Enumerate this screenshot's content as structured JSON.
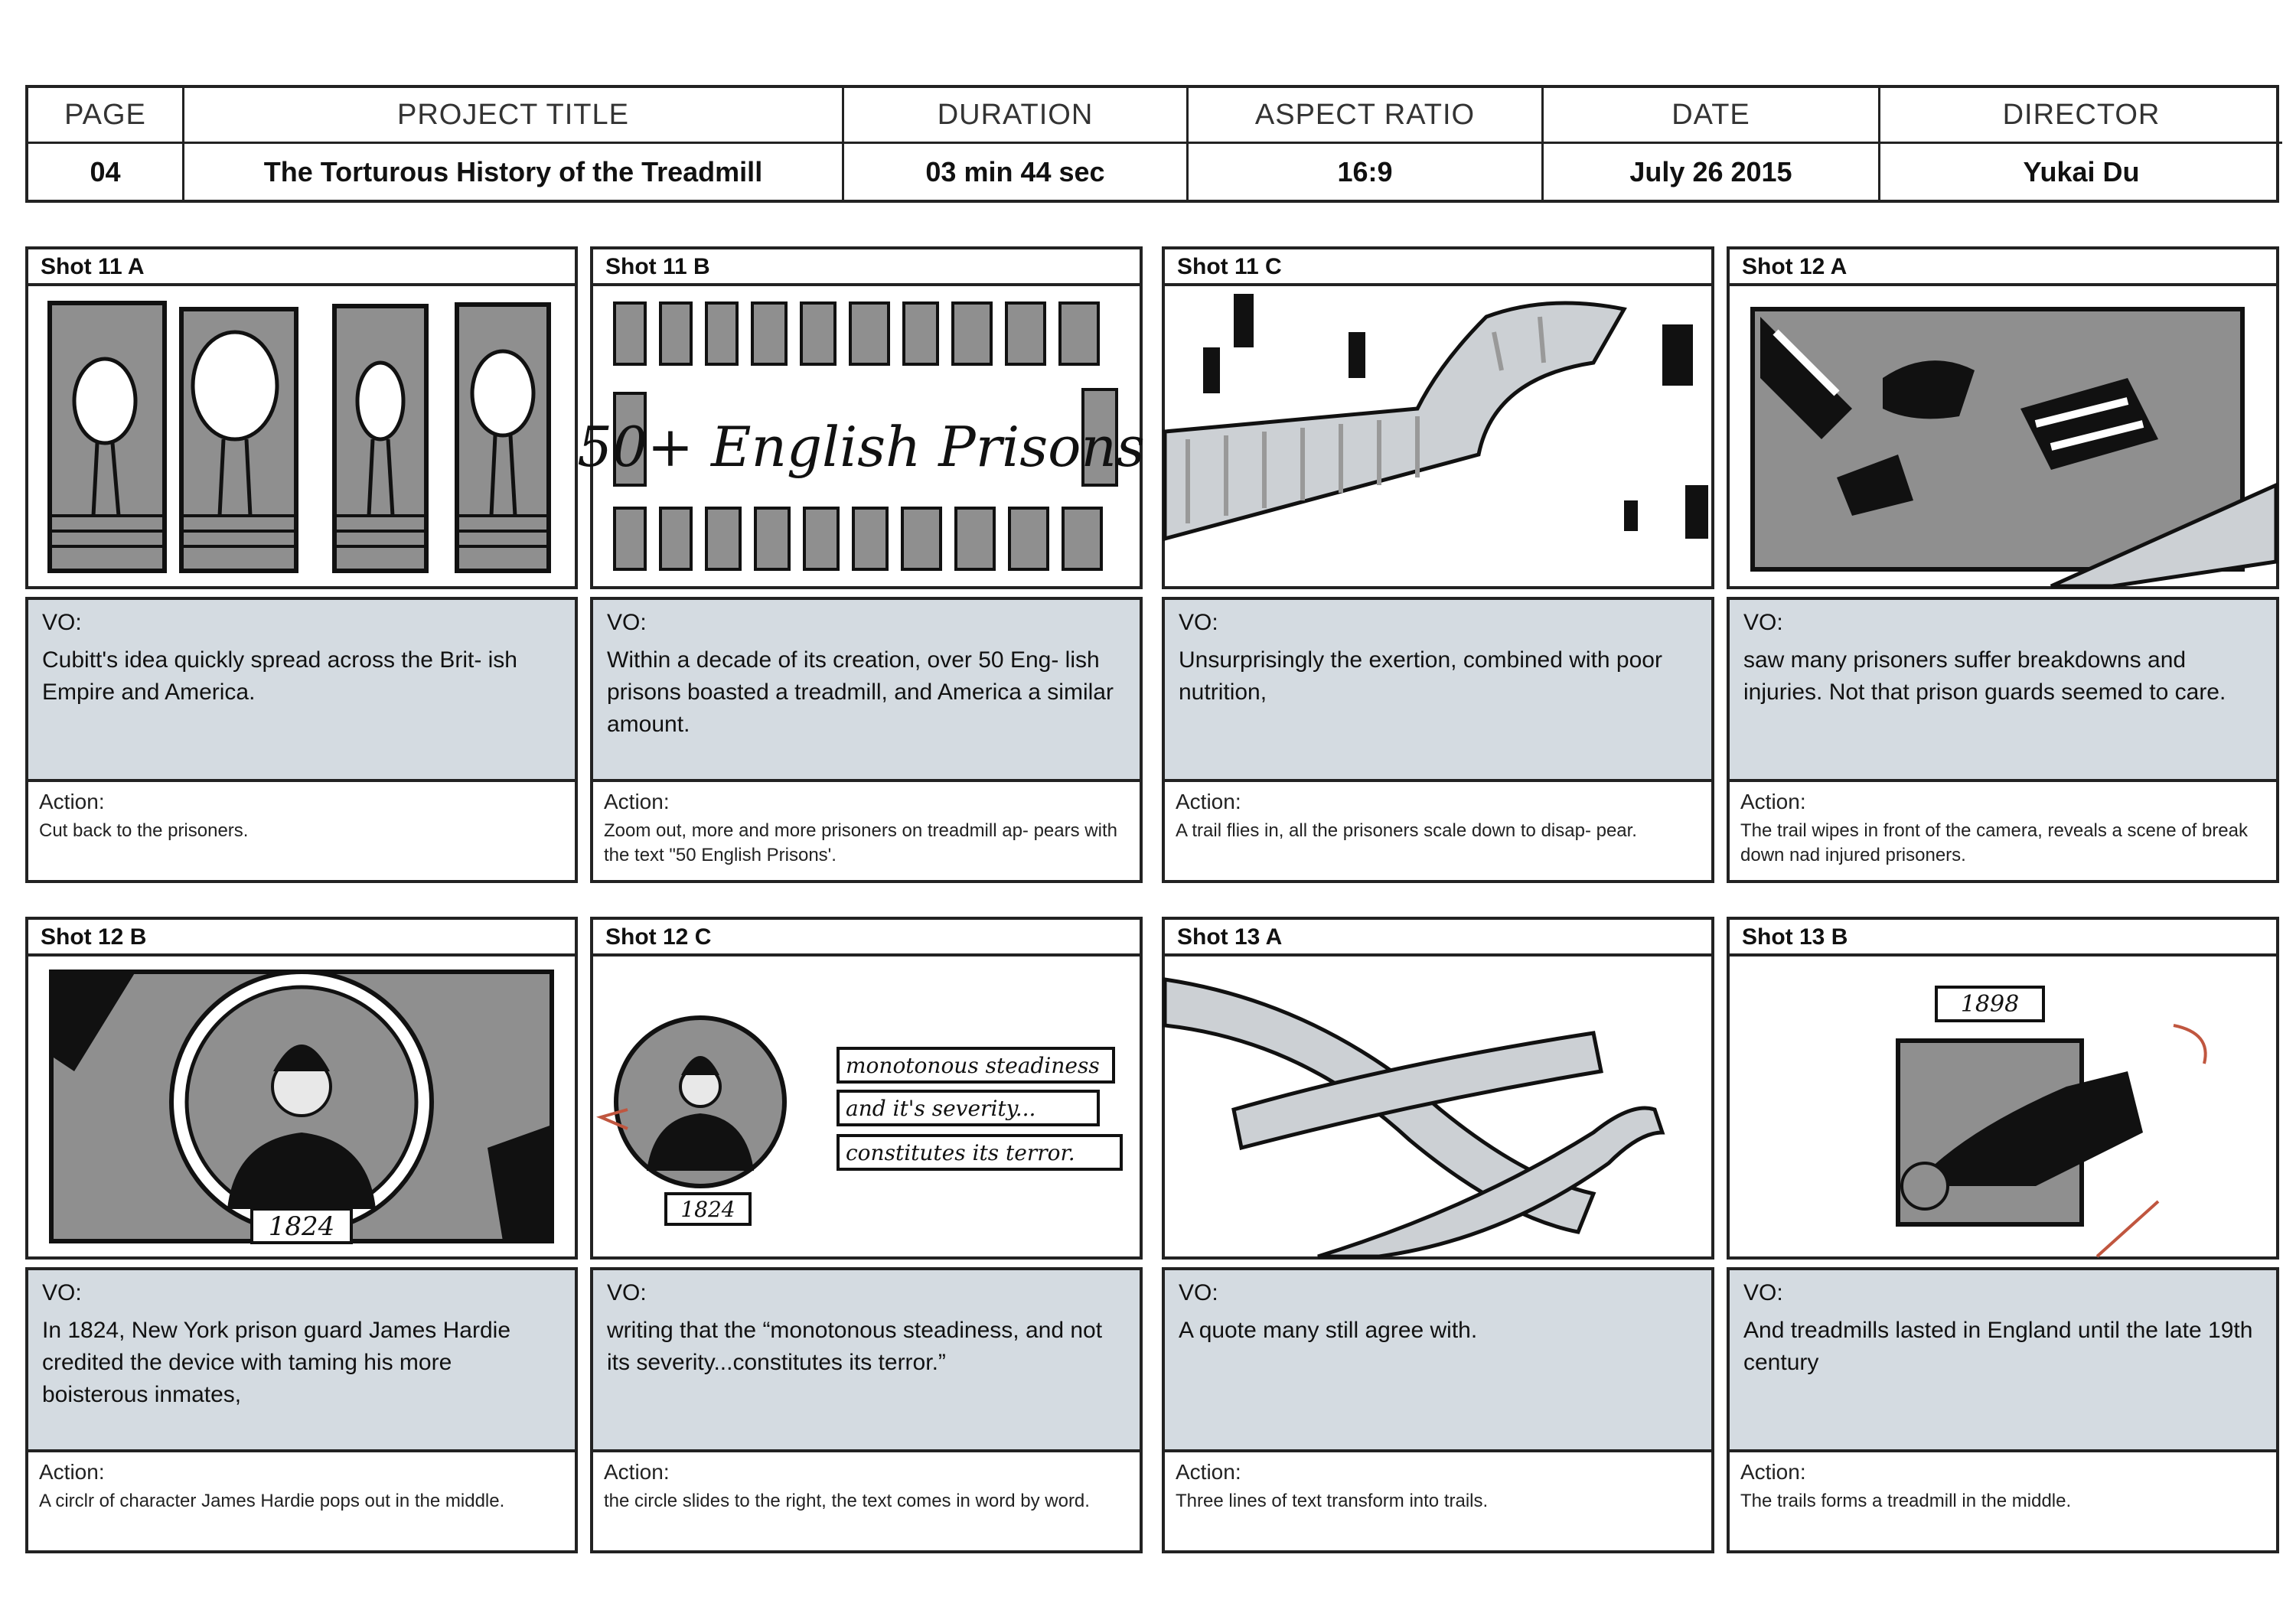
{
  "header": {
    "labels": {
      "page": "PAGE",
      "project_title": "PROJECT TITLE",
      "duration": "DURATION",
      "aspect_ratio": "ASPECT RATIO",
      "date": "DATE",
      "director": "DIRECTOR"
    },
    "values": {
      "page": "04",
      "project_title": "The Torturous History of the Treadmill",
      "duration": "03 min 44 sec",
      "aspect_ratio": "16:9",
      "date": "July 26 2015",
      "director": "Yukai Du"
    }
  },
  "labels": {
    "vo": "VO:",
    "action": "Action:"
  },
  "shots": [
    {
      "title": "Shot 11 A",
      "vo": "Cubitt's idea quickly spread across the Brit- ish Empire and America.",
      "action": "Cut back to the prisoners."
    },
    {
      "title": "Shot 11 B",
      "vo": "Within a decade of its creation, over 50 Eng- lish prisons boasted a treadmill, and America a similar amount.",
      "action": "Zoom out, more and more prisoners on treadmill ap- pears with the text \"50 English Prisons'.",
      "sketch_text": "50+ English Prisons"
    },
    {
      "title": "Shot 11 C",
      "vo": "Unsurprisingly the exertion, combined with poor nutrition,",
      "action": "A trail flies in, all the prisoners scale down to disap- pear."
    },
    {
      "title": "Shot 12 A",
      "vo": "saw many prisoners suffer breakdowns and injuries. Not that prison guards seemed to care.",
      "action": "The trail wipes in front of the camera, reveals a scene of break down nad injured prisoners."
    },
    {
      "title": "Shot 12 B",
      "vo": "In 1824, New York prison guard James Hardie credited the device with taming his more boisterous inmates,",
      "action": "A circlr of character James Hardie pops out in the middle.",
      "sketch_text": "1824"
    },
    {
      "title": "Shot 12 C",
      "vo": "writing that the “monotonous steadiness, and not its severity...constitutes its terror.”",
      "action": "the circle slides to the right, the text comes in word by word.",
      "sketch_text": "1824",
      "sketch_lines": [
        "monotonous steadiness",
        "and it's severity...",
        "constitutes its terror."
      ]
    },
    {
      "title": "Shot 13 A",
      "vo": "A quote many still agree with.",
      "action": "Three lines of text transform into trails."
    },
    {
      "title": "Shot 13 B",
      "vo": "And treadmills lasted in England until the late 19th century",
      "action": "The trails forms a treadmill in the middle.",
      "sketch_text": "1898"
    }
  ]
}
